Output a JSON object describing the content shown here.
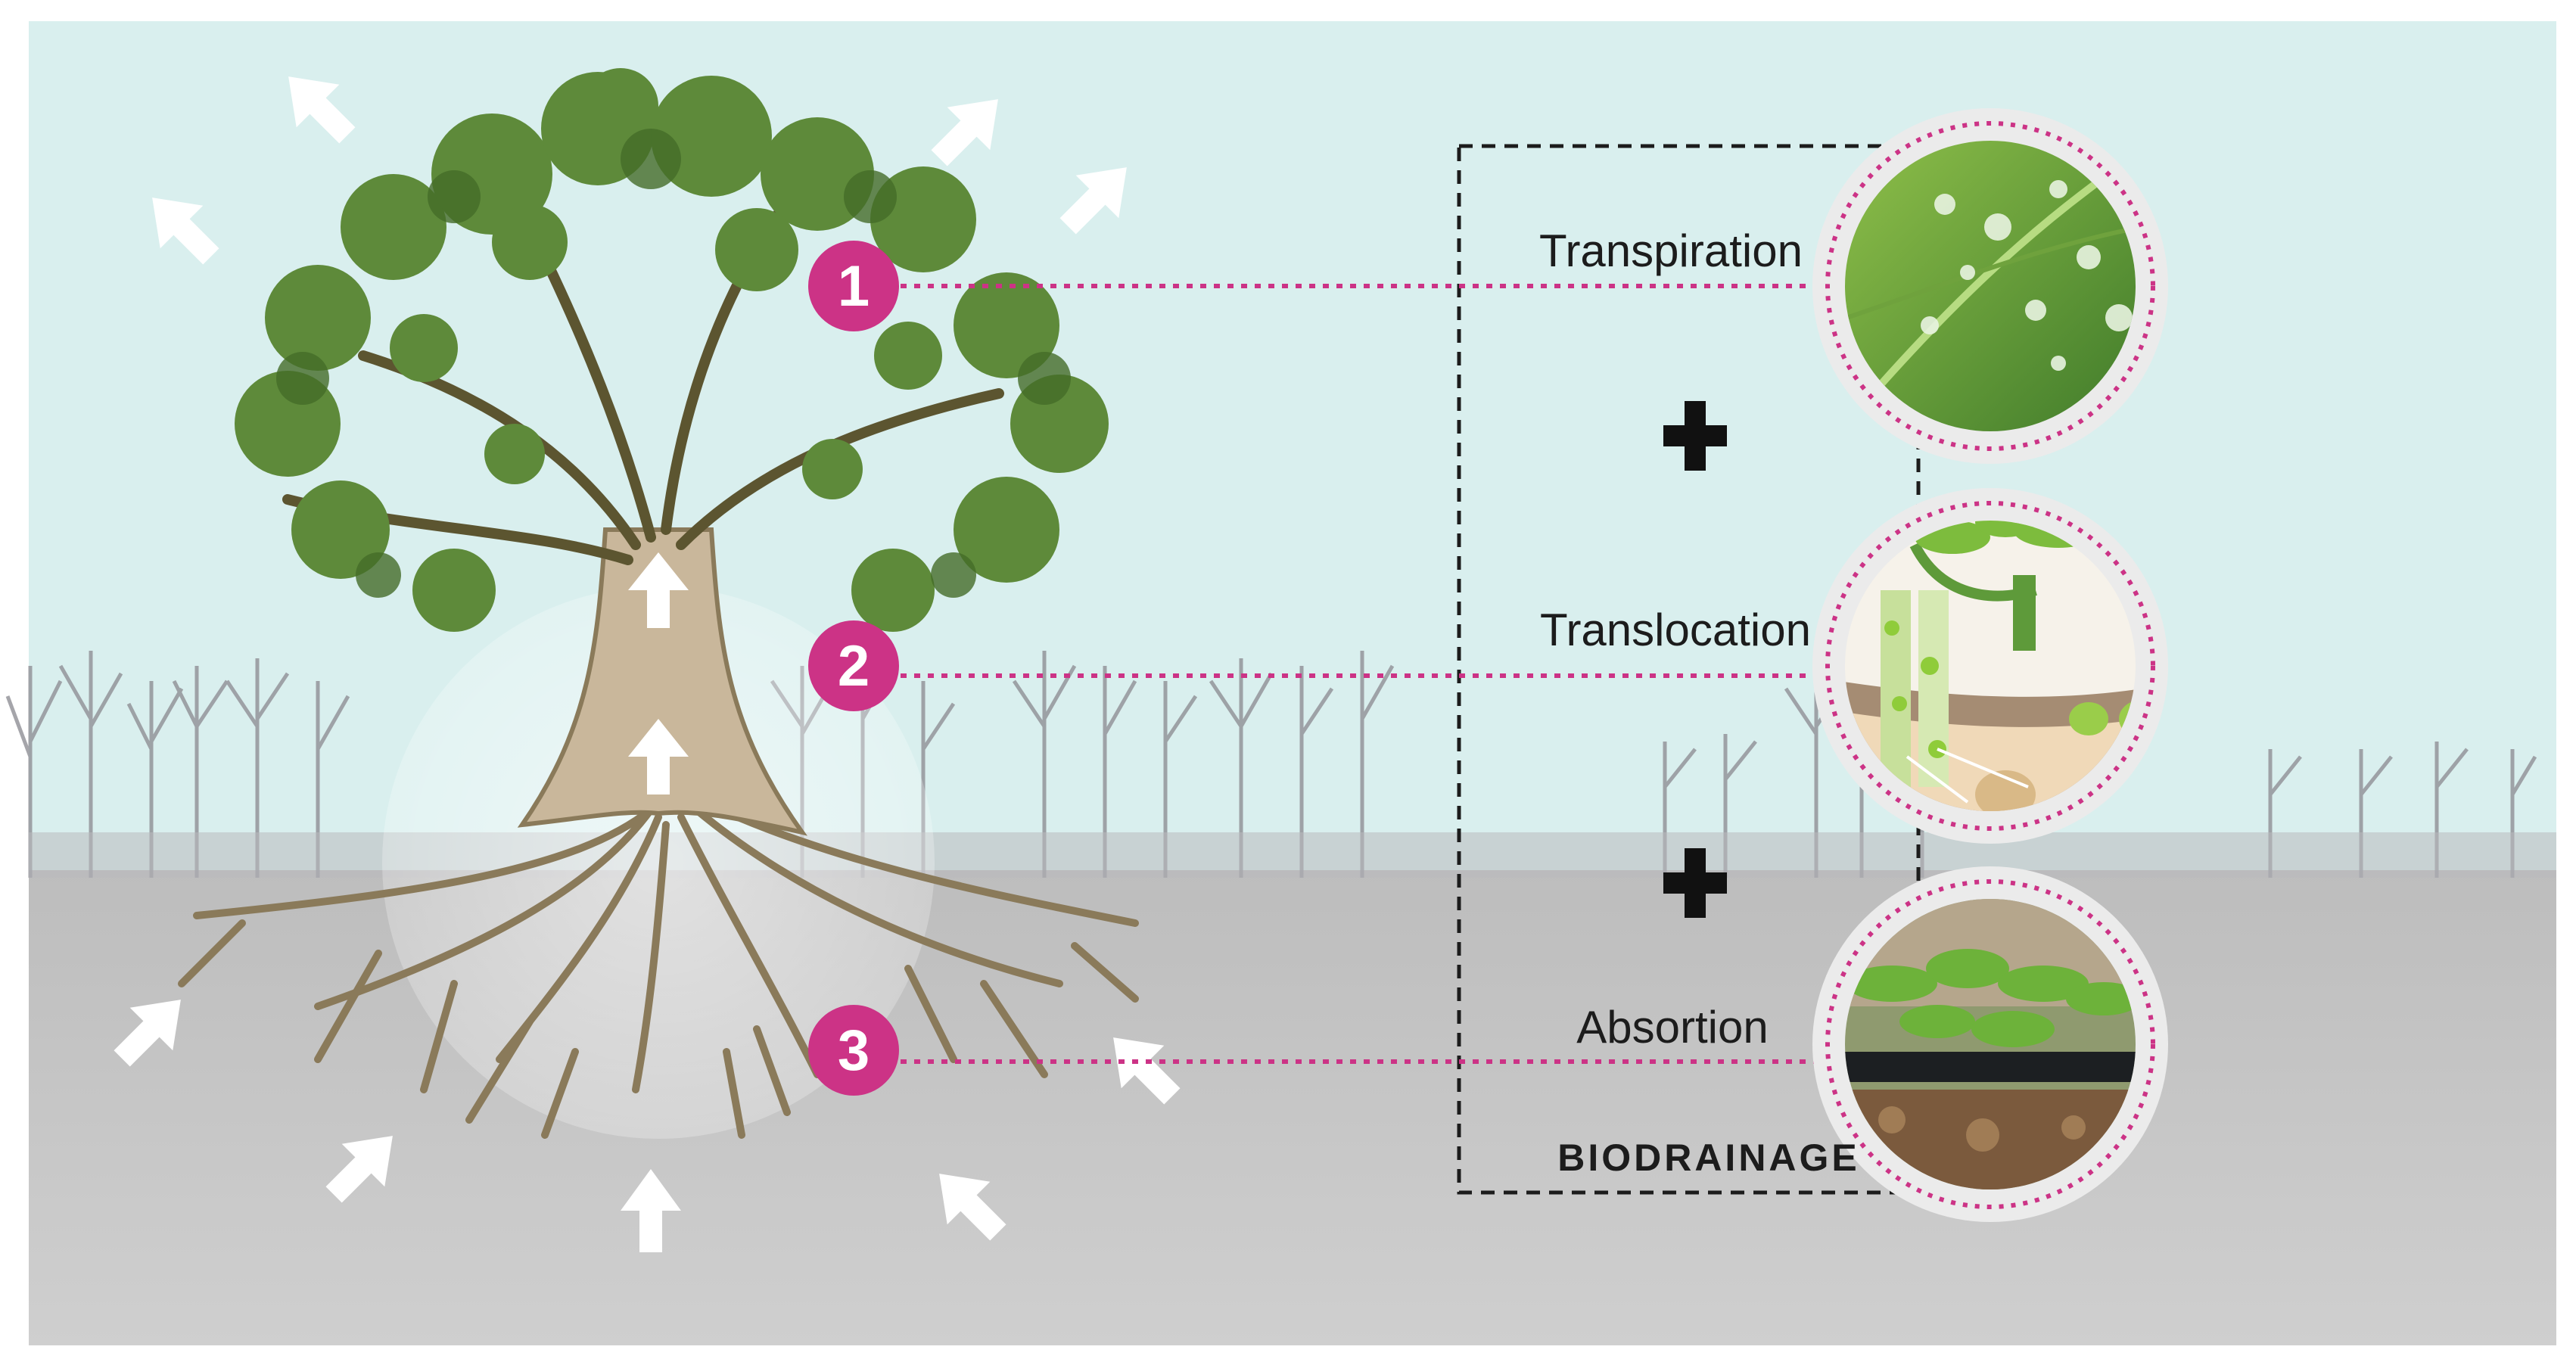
{
  "steps": [
    {
      "number": "1",
      "label": "Transpiration"
    },
    {
      "number": "2",
      "label": "Translocation"
    },
    {
      "number": "3",
      "label": "Absortion"
    }
  ],
  "box_title": "BIODRAINAGE",
  "colors": {
    "sky": "#d9efee",
    "soil": "#c7c7c7",
    "accent": "#cc3386",
    "foliage": "#5e8a3a",
    "trunk": "#c9b79b"
  },
  "icons": [
    "arrow-icon",
    "plus-icon",
    "tree-illustration",
    "leaf-droplets-photo",
    "root-translocation-illustration",
    "drip-irrigation-photo"
  ]
}
